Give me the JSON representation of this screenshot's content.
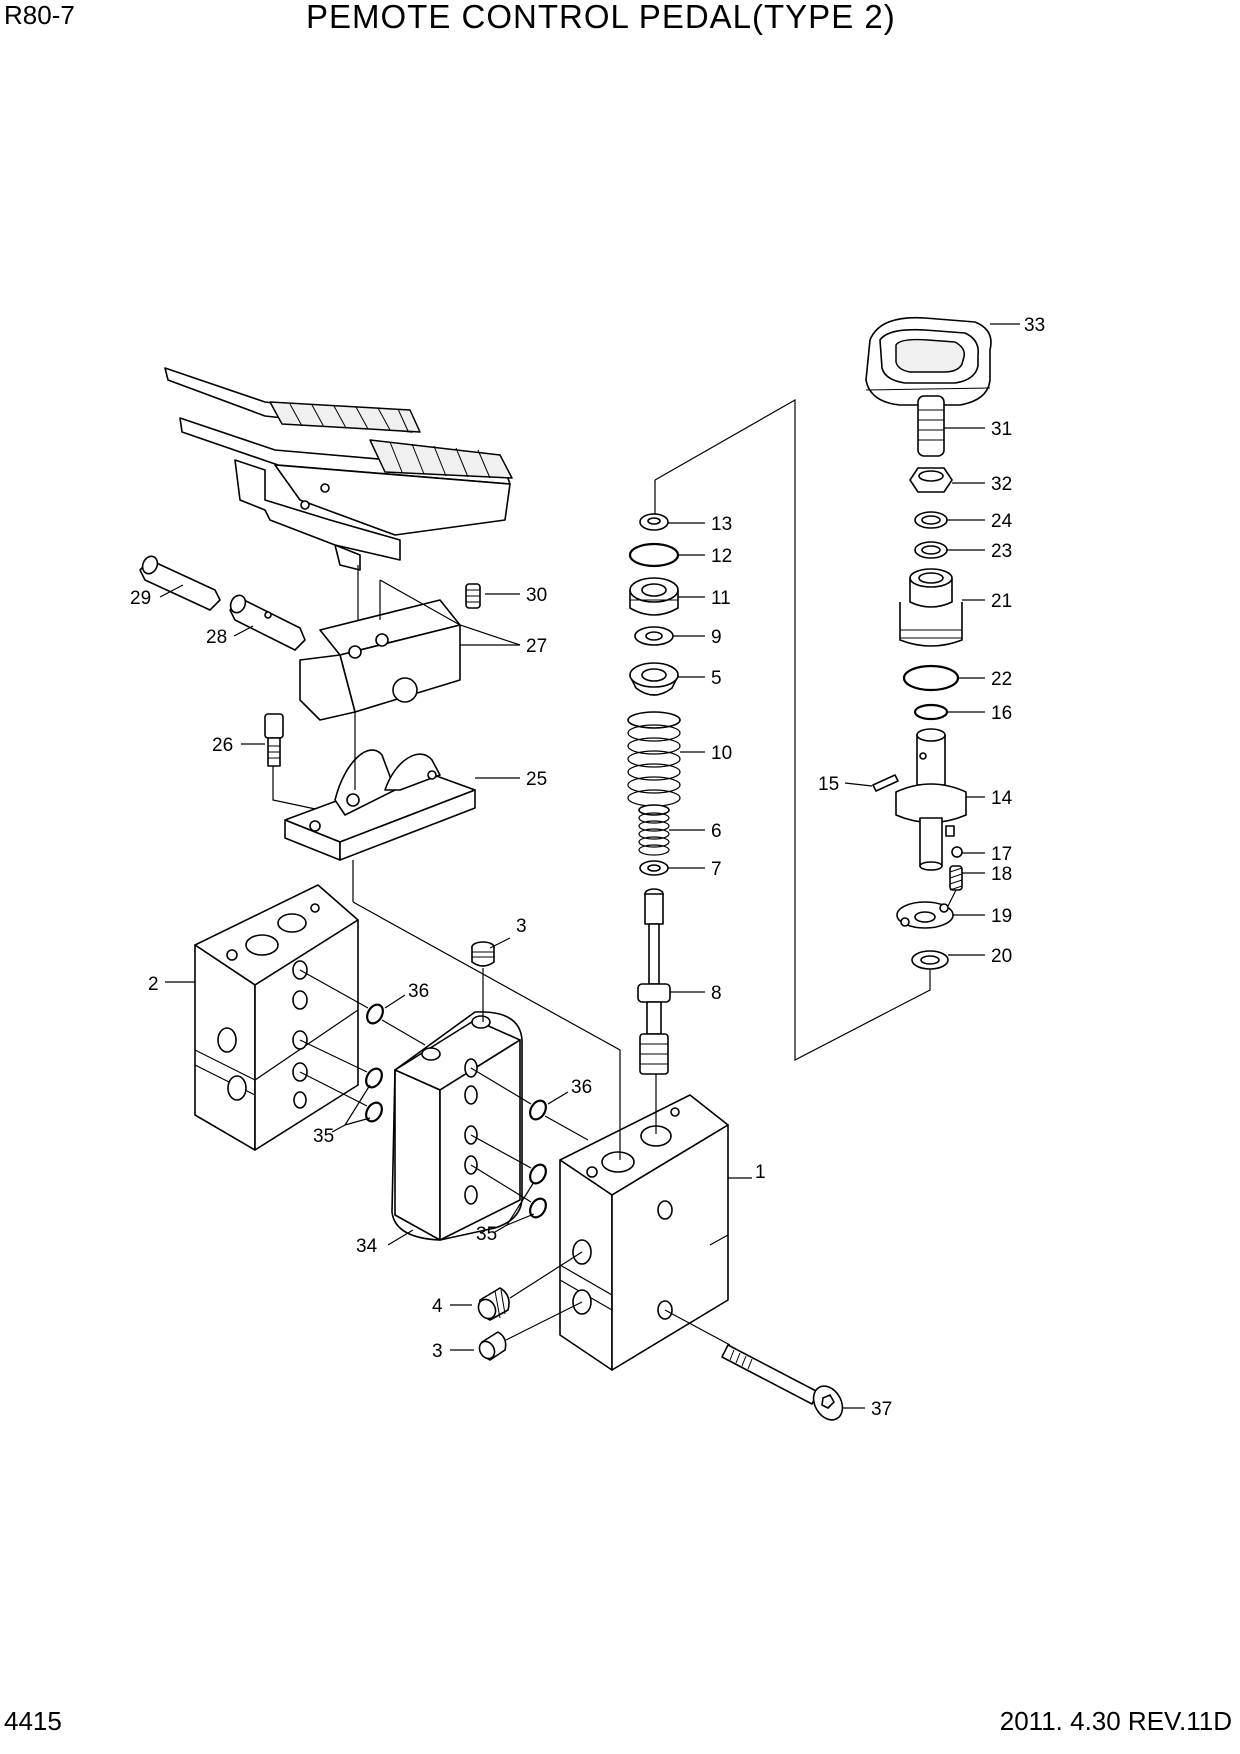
{
  "header": {
    "model": "R80-7",
    "title": "PEMOTE CONTROL PEDAL(TYPE 2)"
  },
  "footer": {
    "page_number": "4415",
    "revision": "2011. 4.30  REV.11D"
  },
  "callouts": {
    "c1": "1",
    "c2": "2",
    "c3a": "3",
    "c3b": "3",
    "c4": "4",
    "c5": "5",
    "c6": "6",
    "c7": "7",
    "c8": "8",
    "c9": "9",
    "c10": "10",
    "c11": "11",
    "c12": "12",
    "c13": "13",
    "c14": "14",
    "c15": "15",
    "c16": "16",
    "c17": "17",
    "c18": "18",
    "c19": "19",
    "c20": "20",
    "c21": "21",
    "c22": "22",
    "c23": "23",
    "c24": "24",
    "c25": "25",
    "c26": "26",
    "c27": "27",
    "c28": "28",
    "c29": "29",
    "c30": "30",
    "c31": "31",
    "c32": "32",
    "c33": "33",
    "c34": "34",
    "c35a": "35",
    "c35b": "35",
    "c36a": "36",
    "c36b": "36",
    "c37": "37"
  }
}
